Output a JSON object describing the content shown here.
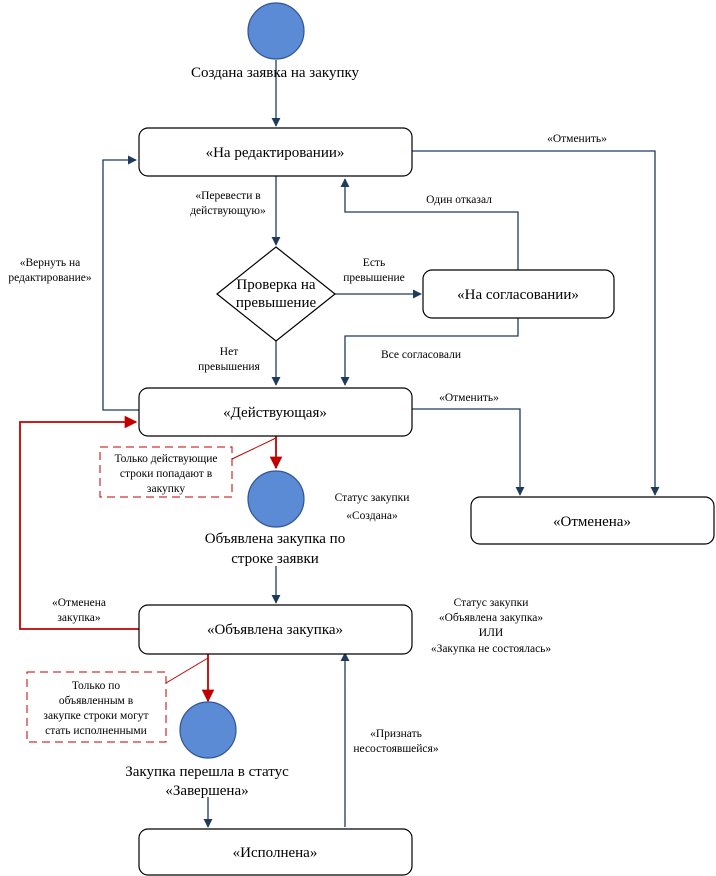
{
  "colors": {
    "flow": "#1f3b5c",
    "alert": "#c00000",
    "node_fill": "#5b8bd4",
    "node_stroke": "#2f5597"
  },
  "nodes": {
    "start_label": "Создана заявка на закупку",
    "editing": "«На редактировании»",
    "check_line1": "Проверка на",
    "check_line2": "превышение",
    "approval": "«На согласовании»",
    "active": "«Действующая»",
    "cancelled": "«Отменена»",
    "announced_node_line1": "Объявлена закупка по",
    "announced_node_line2": "строке заявки",
    "announced": "«Объявлена закупка»",
    "finished_node_line1": "Закупка перешла в статус",
    "finished_node_line2": "«Завершена»",
    "executed": "«Исполнена»"
  },
  "labels": {
    "cancel_top": "«Отменить»",
    "transfer_line1": "«Перевести в",
    "transfer_line2": "действующую»",
    "one_refused": "Один отказал",
    "return_line1": "«Вернуть на",
    "return_line2": "редактирование»",
    "exceed_line1": "Есть",
    "exceed_line2": "превышение",
    "all_approved": "Все согласовали",
    "no_exceed_line1": "Нет",
    "no_exceed_line2": "превышения",
    "cancel_mid": "«Отменить»",
    "status_created_line1": "Статус закупки",
    "status_created_line2": "«Создана»",
    "cancelled_purchase_line1": "«Отменена",
    "cancelled_purchase_line2": "закупка»",
    "status_announced_line1": "Статус закупки",
    "status_announced_line2": "«Объявлена закупка»",
    "status_announced_line3": "ИЛИ",
    "status_announced_line4": "«Закупка не состоялась»",
    "recognize_line1": "«Признать",
    "recognize_line2": "несостоявшейся»"
  },
  "notes": {
    "active_rows_line1": "Только действующие",
    "active_rows_line2": "строки попадают в",
    "active_rows_line3": "закупку",
    "announced_rows_line1": "Только по",
    "announced_rows_line2": "объявленным в",
    "announced_rows_line3": "закупке строки могут",
    "announced_rows_line4": "стать исполненными"
  }
}
